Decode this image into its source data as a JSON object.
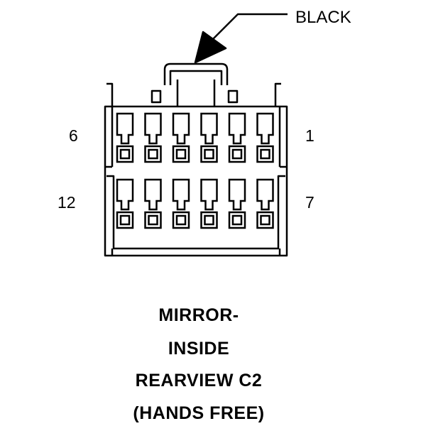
{
  "connector": {
    "color_label": "BLACK",
    "pin_labels": {
      "top_left": "6",
      "top_right": "1",
      "bottom_left": "12",
      "bottom_right": "7"
    },
    "rows": 2,
    "cavities_per_row": 6
  },
  "caption": {
    "line1": "MIRROR-",
    "line2": "INSIDE",
    "line3": "REARVIEW C2",
    "line4": "(HANDS FREE)"
  }
}
